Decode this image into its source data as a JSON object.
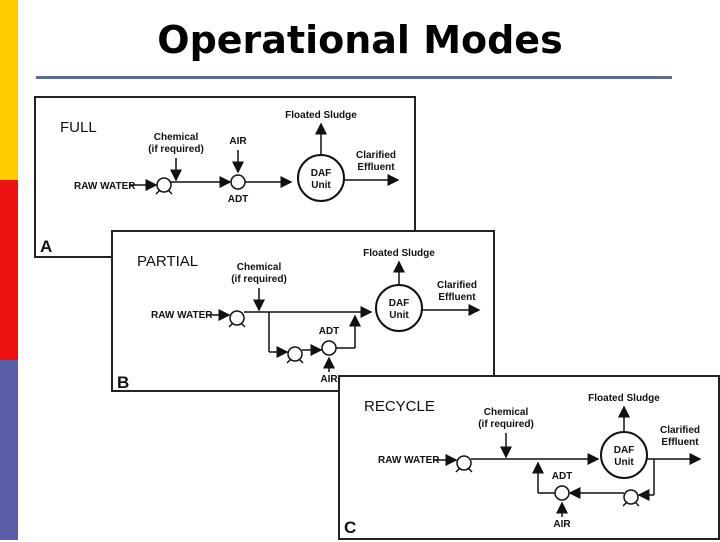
{
  "slide": {
    "title": "Operational Modes",
    "accent_colors": {
      "yellow": "#ffcc00",
      "red": "#ee1111",
      "blue": "#5a5ea6",
      "rule": "#5b6a9a"
    }
  },
  "panels": {
    "full": {
      "letter": "A",
      "mode": "FULL",
      "chemical_1": "Chemical",
      "chemical_2": "(if required)",
      "air": "AIR",
      "floated_sludge": "Floated Sludge",
      "effluent_1": "Clarified",
      "effluent_2": "Effluent",
      "raw_water": "RAW WATER",
      "daf_1": "DAF",
      "daf_2": "Unit",
      "adt": "ADT"
    },
    "partial": {
      "letter": "B",
      "mode": "PARTIAL",
      "chemical_1": "Chemical",
      "chemical_2": "(if required)",
      "floated_sludge": "Floated Sludge",
      "effluent_1": "Clarified",
      "effluent_2": "Effluent",
      "raw_water": "RAW WATER",
      "daf_1": "DAF",
      "daf_2": "Unit",
      "adt": "ADT",
      "air": "AIR"
    },
    "recycle": {
      "letter": "C",
      "mode": "RECYCLE",
      "chemical_1": "Chemical",
      "chemical_2": "(if required)",
      "floated_sludge": "Floated Sludge",
      "effluent_1": "Clarified",
      "effluent_2": "Effluent",
      "raw_water": "RAW WATER",
      "daf_1": "DAF",
      "daf_2": "Unit",
      "adt": "ADT",
      "air": "AIR"
    }
  }
}
